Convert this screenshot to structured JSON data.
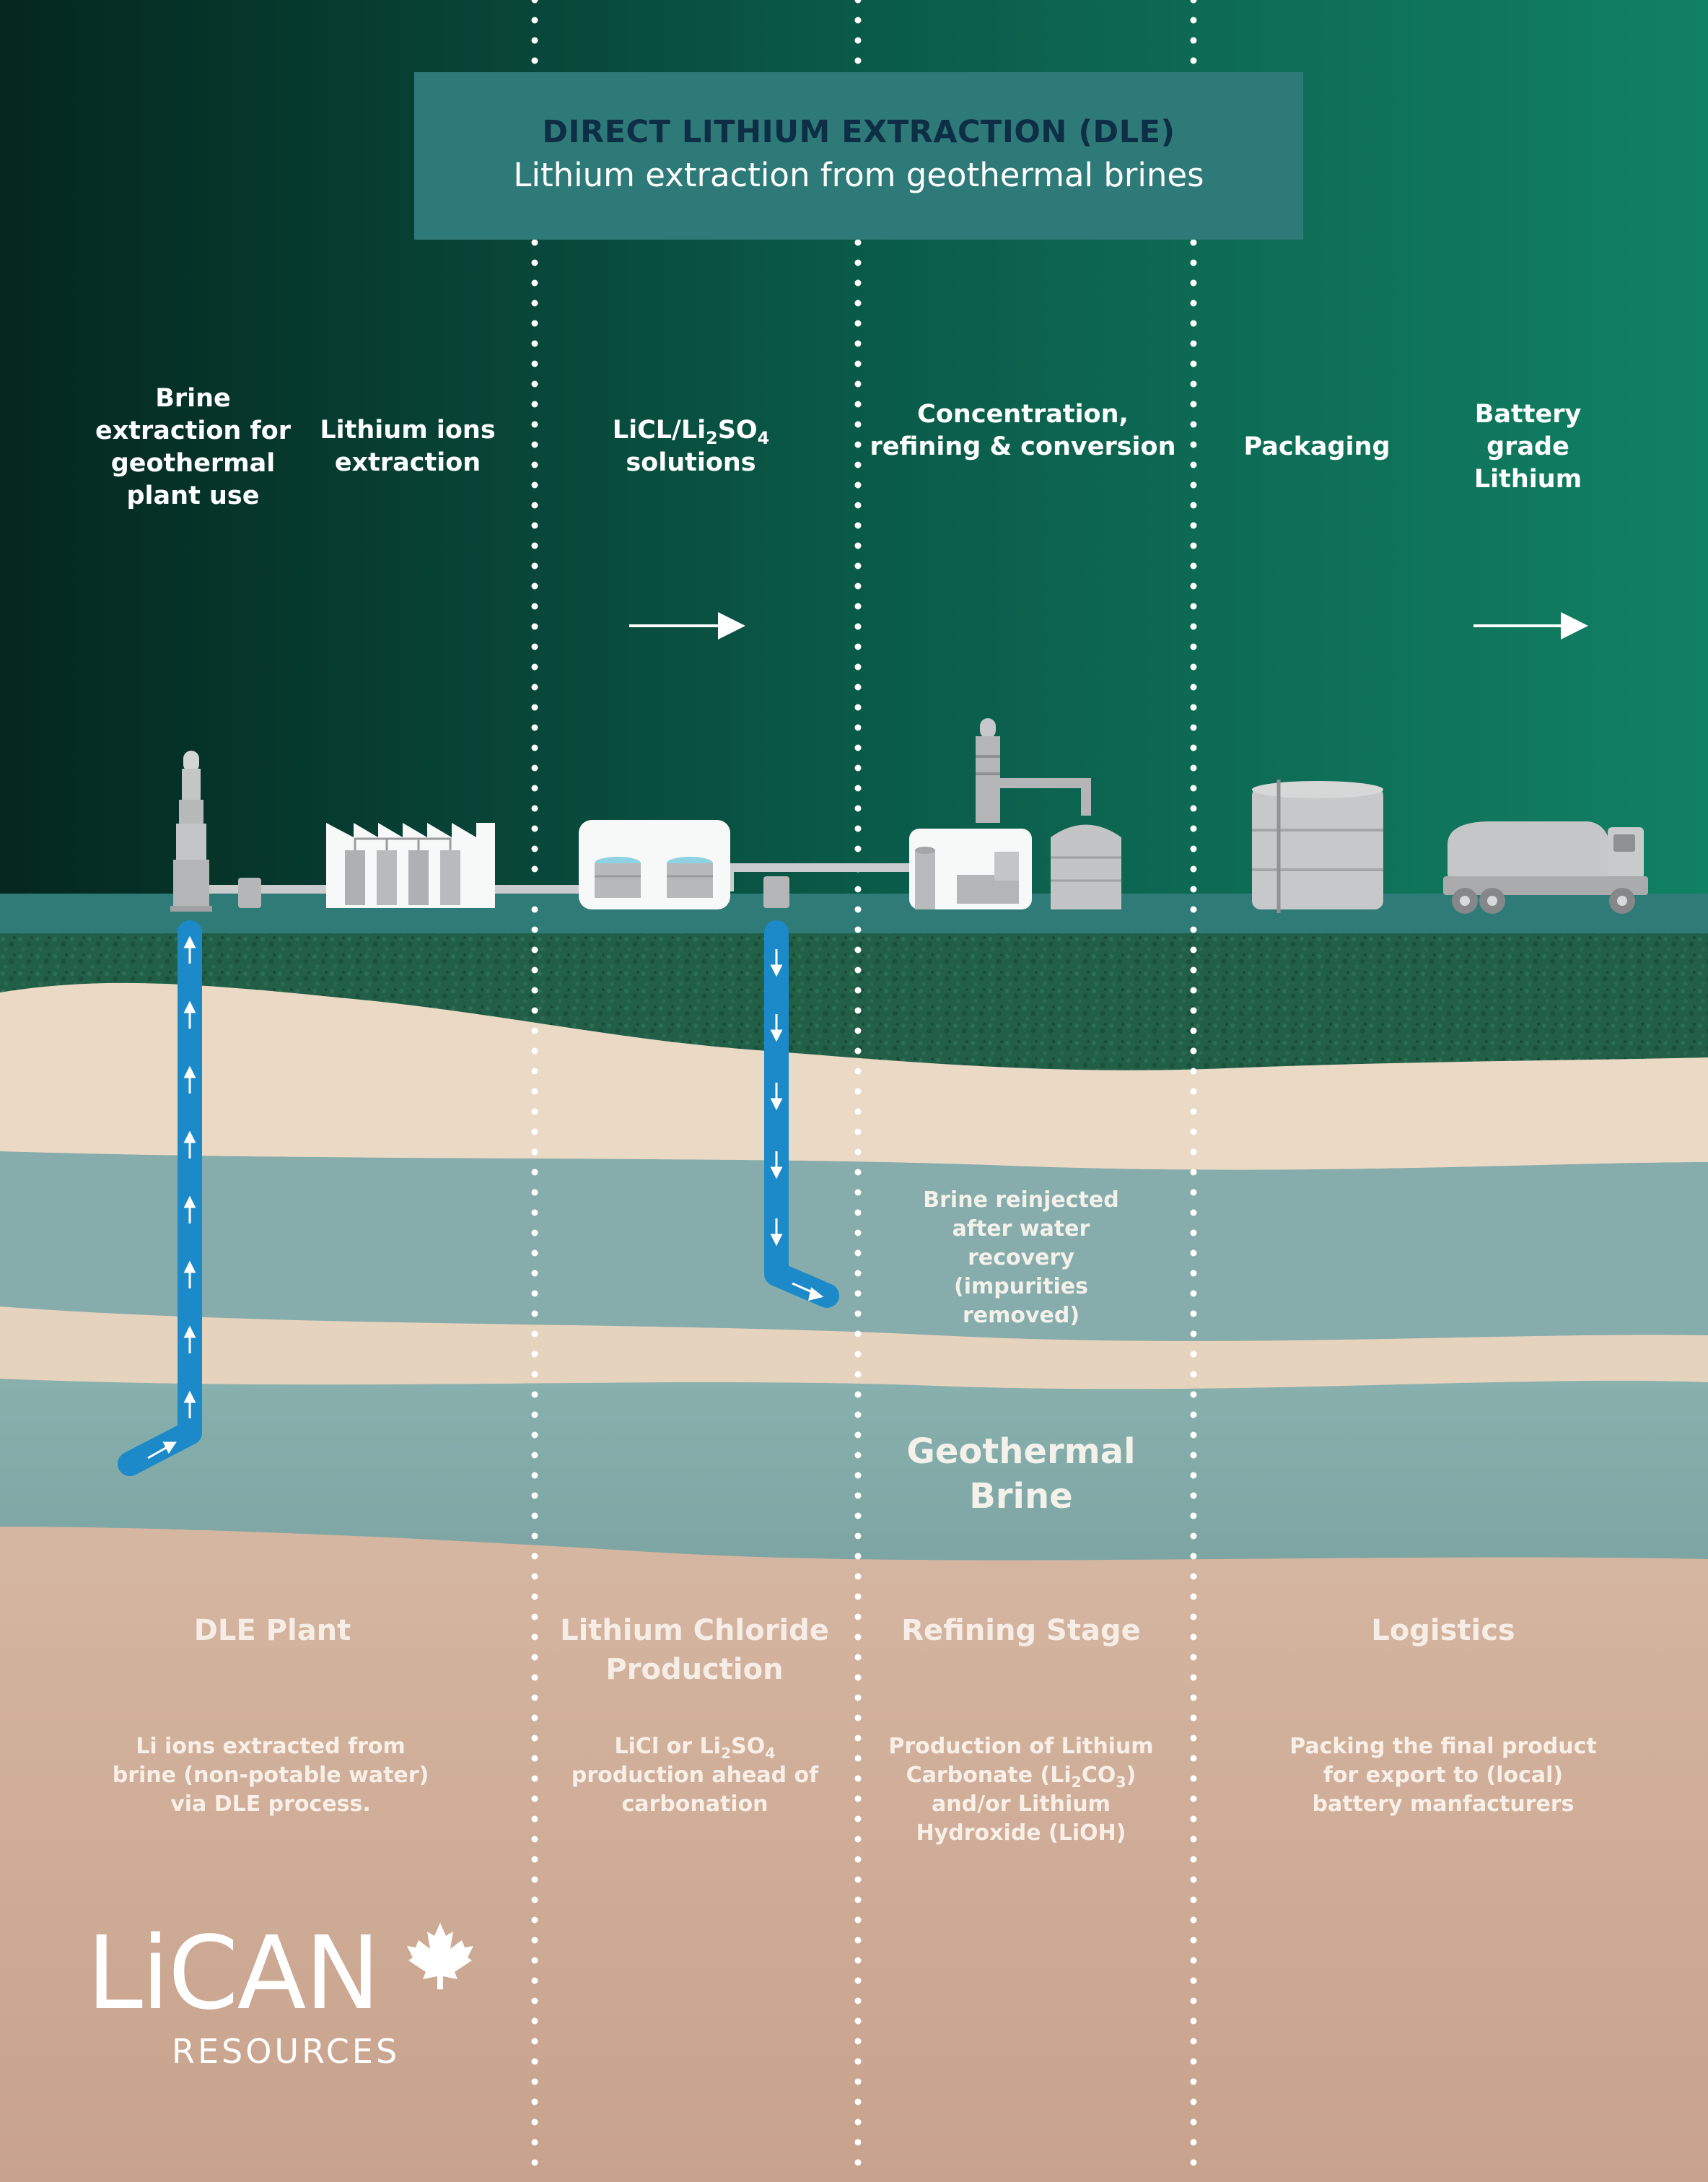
{
  "header": {
    "title": "DIRECT LITHIUM EXTRACTION (DLE)",
    "subtitle": "Lithium extraction from geothermal brines"
  },
  "steps": {
    "brine_extraction": "Brine extraction for geothermal plant use",
    "lithium_ions": "Lithium ions extraction",
    "licl_prefix": "LiCL/Li",
    "licl_sub1": "2",
    "licl_mid": "SO",
    "licl_sub2": "4",
    "licl_suffix": "solutions",
    "concentration": "Concentration, refining & conversion",
    "packaging": "Packaging",
    "battery": "Battery grade Lithium"
  },
  "underground": {
    "reinjected": "Brine reinjected after water recovery (impurities removed)",
    "geothermal": "Geothermal Brine"
  },
  "stages": [
    {
      "title": "DLE Plant",
      "desc": "Li ions extracted from brine (non-potable water) via DLE process."
    },
    {
      "title": "Lithium Chloride Production",
      "desc_a": "LiCl or Li",
      "desc_sub1": "2",
      "desc_b": "SO",
      "desc_sub2": "4",
      "desc_c": "production ahead of carbonation"
    },
    {
      "title": "Refining Stage",
      "desc_a": "Production of Lithium Carbonate (Li",
      "desc_sub1": "2",
      "desc_b": "CO",
      "desc_sub2": "3",
      "desc_c": ") and/or Lithium Hydroxide (LiOH)"
    },
    {
      "title": "Logistics",
      "desc": "Packing the final product for export to (local) battery manfacturers"
    }
  ],
  "logo": {
    "name": "LiCAN",
    "sub": "RESOURCES",
    "icon": "maple-leaf-icon"
  },
  "colors": {
    "sky_dark": "#04271f",
    "sky_light": "#118163",
    "ground_bar": "#2f7b78",
    "grass": "#1f5f45",
    "sand": "#ead9c5",
    "water": "#86adac",
    "clay": "#c9a891",
    "pipe": "#1c8ac9",
    "title_navy": "#0d2e44"
  }
}
